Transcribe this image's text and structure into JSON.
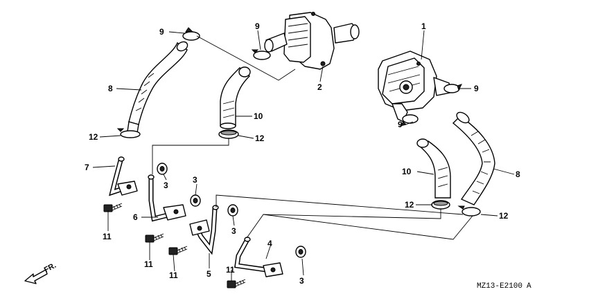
{
  "diagram_code": "MZ13-E2100",
  "diagram_code_suffix": "A",
  "direction_label": "FR.",
  "callouts": {
    "c1": "1",
    "c2": "2",
    "c3a": "3",
    "c3b": "3",
    "c3c": "3",
    "c3d": "3",
    "c4": "4",
    "c5": "5",
    "c6": "6",
    "c7": "7",
    "c8a": "8",
    "c8b": "8",
    "c9a": "9",
    "c9b": "9",
    "c9c": "9",
    "c9d": "9",
    "c10a": "10",
    "c10b": "10",
    "c11a": "11",
    "c11b": "11",
    "c11c": "11",
    "c11d": "11",
    "c12a": "12",
    "c12b": "12",
    "c12c": "12",
    "c12d": "12"
  }
}
